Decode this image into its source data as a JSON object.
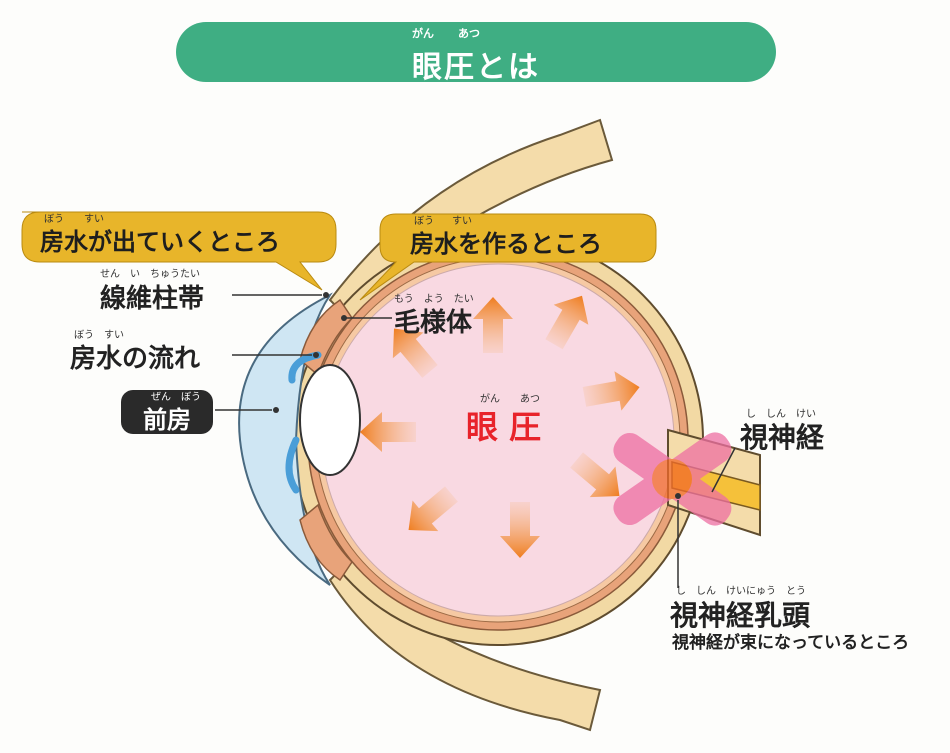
{
  "title": {
    "text": "眼圧とは",
    "ruby_gan": "がん",
    "ruby_atsu": "あつ"
  },
  "callouts": {
    "outflow": {
      "text": "房水が出ていくところ",
      "ruby_bou": "ぼう",
      "ruby_sui": "すい"
    },
    "production": {
      "text": "房水を作るところ",
      "ruby_bou": "ぼう",
      "ruby_sui": "すい"
    }
  },
  "labels": {
    "zonule": {
      "text": "線維柱帯",
      "ruby": "せん　い　ちゅうたい"
    },
    "aqueous_flow": {
      "text": "房水の流れ",
      "ruby": "ぼう　すい"
    },
    "anterior_chamber": {
      "text": "前房",
      "ruby": "ぜん　ぼう"
    },
    "ciliary_body": {
      "text": "毛様体",
      "ruby": "もう　よう　たい"
    },
    "iop": {
      "text": "眼 圧",
      "ruby": "がん　　あつ"
    },
    "optic_nerve": {
      "text": "視神経",
      "ruby": "し　しん　けい"
    },
    "optic_disc": {
      "text": "視神経乳頭",
      "ruby": "し　しん　けいにゅう　とう"
    },
    "optic_disc_desc": "視神経が束になっているところ"
  },
  "colors": {
    "title_green": "#3fae83",
    "callout_yellow": "#e8b52a",
    "vitreous_pink": "#f9d9e2",
    "sclera_tan": "#f2d9a4",
    "choroid_orange": "#e8a37a",
    "arrow_orange": "#f08a2c",
    "iop_red": "#e8232a",
    "cornea_blue": "#cfe6f3",
    "flow_blue": "#4a9ed8"
  },
  "icons": [
    "pressure-arrow-icon",
    "aqueous-flow-arrow-icon"
  ]
}
